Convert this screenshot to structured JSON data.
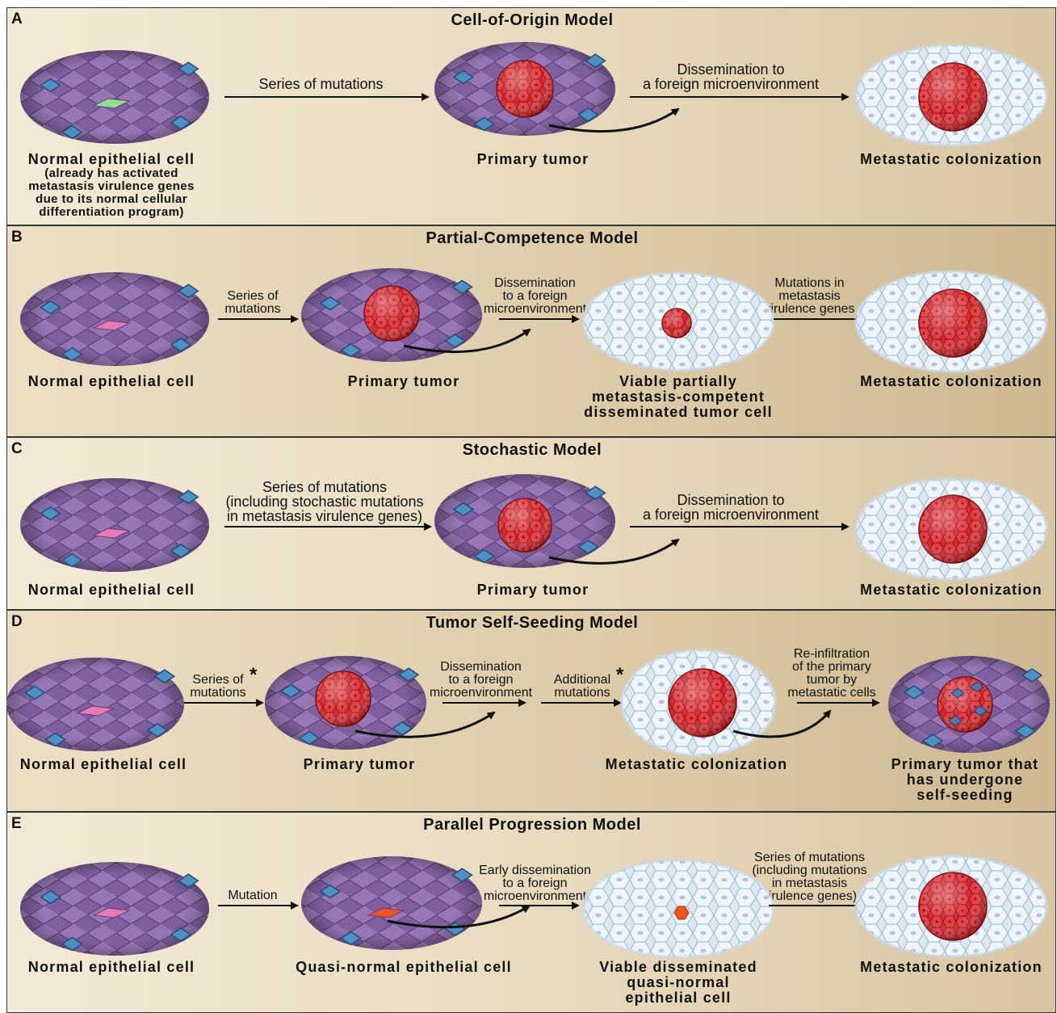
{
  "panels": {
    "a": {
      "letter": "A",
      "title": "Cell-of-Origin Model",
      "cell_label": "Normal epithelial cell",
      "cell_note": [
        "(already has activated",
        "metastasis virulence genes",
        "due to its normal cellular",
        "differentiation program)"
      ],
      "arrow1": "Series of mutations",
      "tumor_label": "Primary tumor",
      "arrow2": [
        "Dissemination to",
        "a foreign microenvironment"
      ],
      "meta_label": "Metastatic colonization"
    },
    "b": {
      "letter": "B",
      "title": "Partial-Competence Model",
      "cell_label": "Normal epithelial cell",
      "arrow1": [
        "Series of",
        "mutations"
      ],
      "tumor_label": "Primary tumor",
      "arrow2": [
        "Dissemination",
        "to a foreign",
        "microenvironment"
      ],
      "viable_label": [
        "Viable partially",
        "metastasis-competent",
        "disseminated tumor cell"
      ],
      "arrow3": [
        "Mutations in",
        "metastasis",
        "virulence genes"
      ],
      "meta_label": "Metastatic colonization"
    },
    "c": {
      "letter": "C",
      "title": "Stochastic Model",
      "cell_label": "Normal epithelial cell",
      "arrow1": [
        "Series of mutations",
        "(including stochastic mutations",
        "in metastasis virulence genes)"
      ],
      "tumor_label": "Primary tumor",
      "arrow2": [
        "Dissemination to",
        "a foreign microenvironment"
      ],
      "meta_label": "Metastatic colonization"
    },
    "d": {
      "letter": "D",
      "title": "Tumor Self-Seeding Model",
      "cell_label": "Normal epithelial cell",
      "arrow1": [
        "Series of",
        "mutations"
      ],
      "tumor_label": "Primary tumor",
      "arrow2": [
        "Dissemination",
        "to a foreign",
        "microenvironment"
      ],
      "arrow3": [
        "Additional",
        "mutations"
      ],
      "meta_label": "Metastatic colonization",
      "arrow4": [
        "Re-infiltration",
        "of the primary",
        "tumor by",
        "metastatic cells"
      ],
      "seeded_label": [
        "Primary tumor that",
        "has undergone",
        "self-seeding"
      ],
      "star": "*"
    },
    "e": {
      "letter": "E",
      "title": "Parallel Progression Model",
      "cell_label": "Normal epithelial cell",
      "arrow1": "Mutation",
      "quasi_label": "Quasi-normal epithelial cell",
      "arrow2": [
        "Early dissemination",
        "to a foreign",
        "microenvironment"
      ],
      "viable_label": [
        "Viable disseminated",
        "quasi-normal",
        "epithelial cell"
      ],
      "arrow3": [
        "Series of mutations",
        "(including mutations",
        "in metastasis",
        "virulence genes)"
      ],
      "meta_label": "Metastatic colonization"
    }
  },
  "colors": {
    "tissue": "#8a6aa6",
    "tumor": "#d8242a",
    "micro": "#dbe8f2",
    "green_cell": "#8fe08a",
    "pink_cell": "#e77ab0",
    "orange_cell": "#f0541e"
  }
}
